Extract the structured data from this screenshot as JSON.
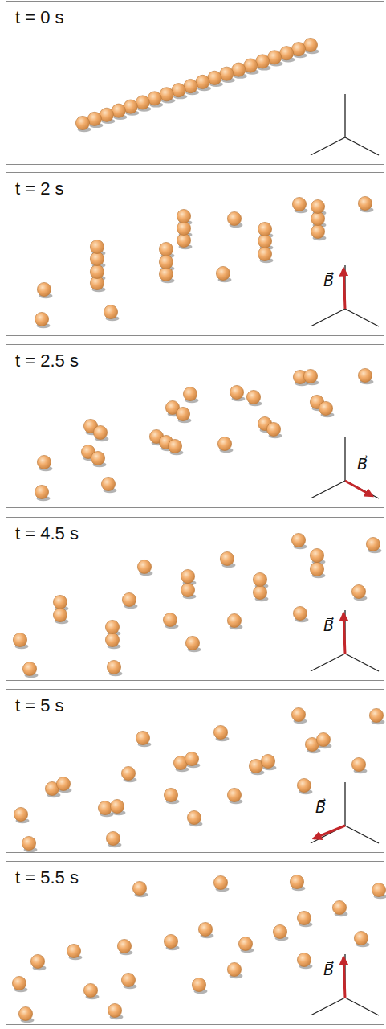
{
  "diagram": {
    "nodes": [
      {
        "text": [
          "t = 0 s"
        ]
      },
      {
        "text": [
          "t = 2 s",
          "B⃗"
        ]
      },
      {
        "text": [
          "t = 2.5 s",
          "B⃗"
        ]
      },
      {
        "text": [
          "t = 4.5 s",
          "B⃗"
        ]
      },
      {
        "text": [
          "t = 5 s",
          "B⃗"
        ]
      },
      {
        "text": [
          "t = 5.5 s",
          "B⃗"
        ]
      }
    ]
  }
}
